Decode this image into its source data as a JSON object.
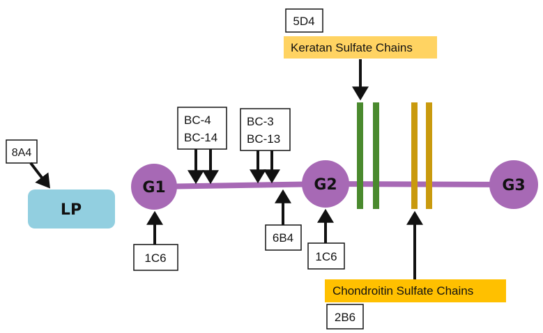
{
  "colors": {
    "globule": "#a769b5",
    "core_protein": "#a769b5",
    "link_protein": "#92cfe0",
    "keratan_sulfate": "#4a8a2e",
    "chondroitin_sulfate": "#c99a0e",
    "ks_label_bg": "#ffd362",
    "cs_label_bg": "#ffc000",
    "arrow": "#111111",
    "box_border": "#111111"
  },
  "nodes": {
    "link_protein": "LP",
    "g1": "G1",
    "g2": "G2",
    "g3": "G3"
  },
  "antibodies": {
    "a_8a4": "8A4",
    "a_1c6_g1": "1C6",
    "a_bc4": "BC-4",
    "a_bc14": "BC-14",
    "a_bc3": "BC-3",
    "a_bc13": "BC-13",
    "a_6b4": "6B4",
    "a_1c6_g2": "1C6",
    "a_5d4": "5D4",
    "a_2b6": "2B6"
  },
  "chains": {
    "keratan_sulfate": "Keratan Sulfate Chains",
    "chondroitin_sulfate": "Chondroitin Sulfate Chains"
  }
}
